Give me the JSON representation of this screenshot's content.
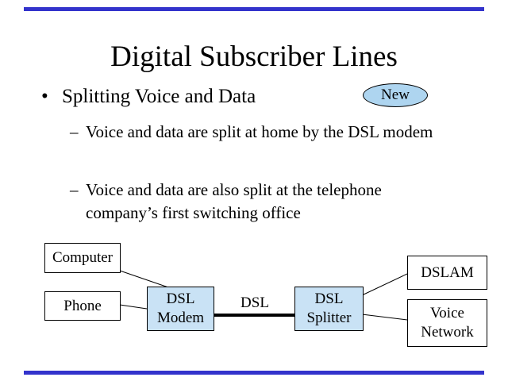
{
  "slide": {
    "title": "Digital Subscriber Lines",
    "badge_label": "New",
    "bullet": {
      "marker": "•",
      "text": "Splitting Voice and Data"
    },
    "sub_bullets": [
      {
        "marker": "–",
        "text": "Voice and data are split at home by the DSL modem"
      },
      {
        "marker": "–",
        "text": "Voice and data are also split at the telephone company’s first switching office"
      }
    ]
  },
  "diagram": {
    "nodes": {
      "computer": {
        "label": "Computer"
      },
      "phone": {
        "label": "Phone"
      },
      "dsl_modem": {
        "label": "DSL Modem"
      },
      "dsl_splitter": {
        "label": "DSL Splitter"
      },
      "dslam": {
        "label": "DSLAM"
      },
      "voice_network": {
        "label": "Voice Network"
      }
    },
    "link_label": "DSL"
  },
  "colors": {
    "border_bar_blue": "#3333cc",
    "node_fill_blue": "#c9e2f5",
    "badge_fill_blue": "#aed5f0"
  }
}
